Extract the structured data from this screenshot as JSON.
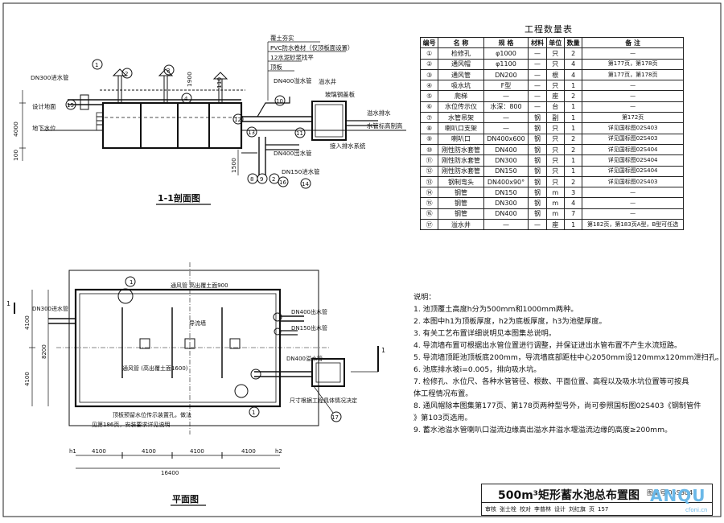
{
  "table": {
    "title": "工程数量表",
    "headers": [
      "编号",
      "名 称",
      "规 格",
      "材料",
      "单位",
      "数量",
      "备 注"
    ],
    "rows": [
      [
        "①",
        "检修孔",
        "φ1000",
        "—",
        "只",
        "2",
        "—"
      ],
      [
        "②",
        "通风帽",
        "φ1100",
        "—",
        "只",
        "4",
        "第177页，第178页"
      ],
      [
        "③",
        "通风管",
        "DN200",
        "—",
        "根",
        "4",
        "第177页，第178页"
      ],
      [
        "④",
        "吸水坑",
        "F型",
        "—",
        "只",
        "1",
        "—"
      ],
      [
        "⑤",
        "爬梯",
        "—",
        "—",
        "座",
        "2",
        "—"
      ],
      [
        "⑥",
        "水位传示仪",
        "水深：800",
        "—",
        "台",
        "1",
        "—"
      ],
      [
        "⑦",
        "水管吊架",
        "—",
        "钢",
        "副",
        "1",
        "第172页"
      ],
      [
        "⑧",
        "喇叭口支架",
        "—",
        "钢",
        "只",
        "1",
        "详见国标图02S403"
      ],
      [
        "⑨",
        "喇叭口",
        "DN400x600",
        "钢",
        "只",
        "2",
        "详见国标图02S403"
      ],
      [
        "⑩",
        "刚性防水套管",
        "DN400",
        "钢",
        "只",
        "2",
        "详见国标图02S404"
      ],
      [
        "⑪",
        "刚性防水套管",
        "DN300",
        "钢",
        "只",
        "1",
        "详见国标图02S404"
      ],
      [
        "⑫",
        "刚性防水套管",
        "DN150",
        "钢",
        "只",
        "1",
        "详见国标图02S404"
      ],
      [
        "⑬",
        "钢制弯头",
        "DN400x90°",
        "钢",
        "只",
        "2",
        "详见国标图02S403"
      ],
      [
        "⑭",
        "钢管",
        "DN150",
        "钢",
        "m",
        "3",
        "—"
      ],
      [
        "⑮",
        "钢管",
        "DN300",
        "钢",
        "m",
        "4",
        "—"
      ],
      [
        "⑯",
        "钢管",
        "DN400",
        "钢",
        "m",
        "7",
        "—"
      ],
      [
        "⑰",
        "溢水井",
        "—",
        "—",
        "座",
        "1",
        "第182页，第183页A型，B型可任选"
      ]
    ]
  },
  "section": {
    "title": "1-1剖面图",
    "labels": {
      "soil": "覆土夯实",
      "pvc": "PVC防水卷材（仅顶板面设置）",
      "mortar": "12水泥砂浆找平",
      "slab": "顶板",
      "inlet": "DN300进水管",
      "design_water": "设计地面",
      "groundwater": "地下水位",
      "overflow_pipe": "DN400溢水管",
      "overflow_well": "溢水井",
      "outlet_well": "玻璃钢盖板",
      "overflow_to": "溢水排水",
      "water_level": "水管标高制高",
      "suction": "接入排水系统",
      "out_pipe": "DN400出水管",
      "drain_pipe": "DN150进水管",
      "dim_depth": "4000",
      "dim_base": "100",
      "dim_mid": "1500",
      "dim_left": "110",
      "dim_top": "1900"
    }
  },
  "plan": {
    "title": "平面图",
    "labels": {
      "inlet": "DN300进水管",
      "vent": "通风管 高出覆土面900",
      "guide_wall": "导流墙",
      "vent2": "通风管 (高出覆土面1600)",
      "sign": "顶板预留水位传示装置孔，做法",
      "sign2": "见第186页，安装要求详见说明",
      "out_pipe1": "DN400出水管",
      "out_pipe2": "DN150出水管",
      "overflow": "DN400溢水管",
      "note": "尺寸根据工程具体情况决定",
      "dim_left_top": "4100",
      "dim_left_bottom": "4100",
      "dim_total": "8200",
      "dims_bottom": [
        "4100",
        "4100",
        "4100",
        "4100"
      ],
      "dim_total_bottom": "16400",
      "h1": "h1",
      "h2": "h2"
    }
  },
  "notes": {
    "heading": "说明：",
    "items": [
      "1. 池顶覆土高度h分为500mm和1000mm两种。",
      "2. 本图中h1为顶板厚度，h2为底板厚度，h3为池壁厚度。",
      "3. 有关工艺布置详细说明见本图集总说明。",
      "4. 导流墙布置可根据出水管位置进行调整，并保证进出水管布置不产生水流短路。",
      "5. 导流墙顶距池顶板底200mm，导流墙底部距柱中心2050mm设120mmx120mm泄扫孔。",
      "6. 池底排水坡i=0.005，排向吸水坑。",
      "7. 检修孔、水位尺、各种水管管径、根数、平面位置、高程以及吸水坑位置等可按具",
      "   体工程情况布置。",
      "8. 通风帽除本图集第177页、第178页两种型号外，尚可参照国标图02S403《钢制管件",
      "   》第103页选用。",
      "9. 蓄水池溢水管喇叭口溢流边缘高出溢水井溢水堰溢流边缘的高度≥200mm。"
    ]
  },
  "title_block": {
    "title": "500m³矩形蓄水池总布置图",
    "fig_no": "图集号 05S804",
    "row": [
      "审核",
      "张士栓",
      "校对",
      "李普林",
      "设计",
      "刘红旗",
      "页",
      "157"
    ]
  },
  "watermark": {
    "main": "ANQU",
    "sub": "cfoni.cn"
  }
}
